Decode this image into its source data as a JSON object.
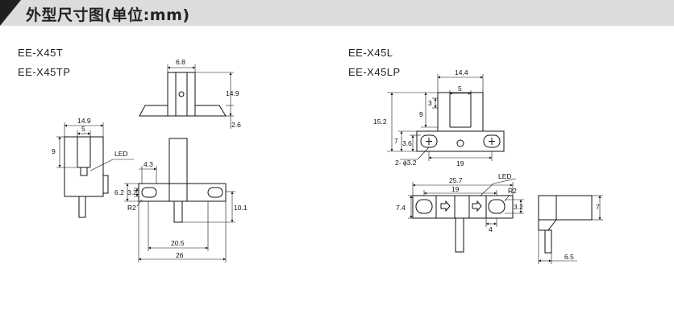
{
  "header": {
    "title": "外型尺寸图(单位:mm)"
  },
  "models": {
    "left": [
      "EE-X45T",
      "EE-X45TP"
    ],
    "right": [
      "EE-X45L",
      "EE-X45LP"
    ]
  },
  "dims": {
    "t_width_6_8": "6.8",
    "t_height_14_9": "14.9",
    "t_base_2_6": "2.6",
    "t_width_14_9": "14.9",
    "t_gap_5": "5",
    "t_height_9": "9",
    "t_led": "LED",
    "t_4_3": "4.3",
    "t_6_2": "6.2",
    "t_3_2": "3.2",
    "t_r2": "R2",
    "t_10_1": "10.1",
    "t_20_5": "20.5",
    "t_26": "26",
    "l_width_14_4": "14.4",
    "l_gap_5": "5",
    "l_3": "3",
    "l_9": "9",
    "l_15_2": "15.2",
    "l_7": "7",
    "l_3_6": "3.6",
    "l_holes": "2- ϕ3.2",
    "l_19": "19",
    "l_25_7": "25.7",
    "l_led": "LED",
    "l_19b": "19",
    "l_r2": "R2",
    "l_7_4": "7.4",
    "l_3_2": "3.2",
    "l_4": "4",
    "l_side_7": "7",
    "l_side_6_5": "6.5"
  }
}
